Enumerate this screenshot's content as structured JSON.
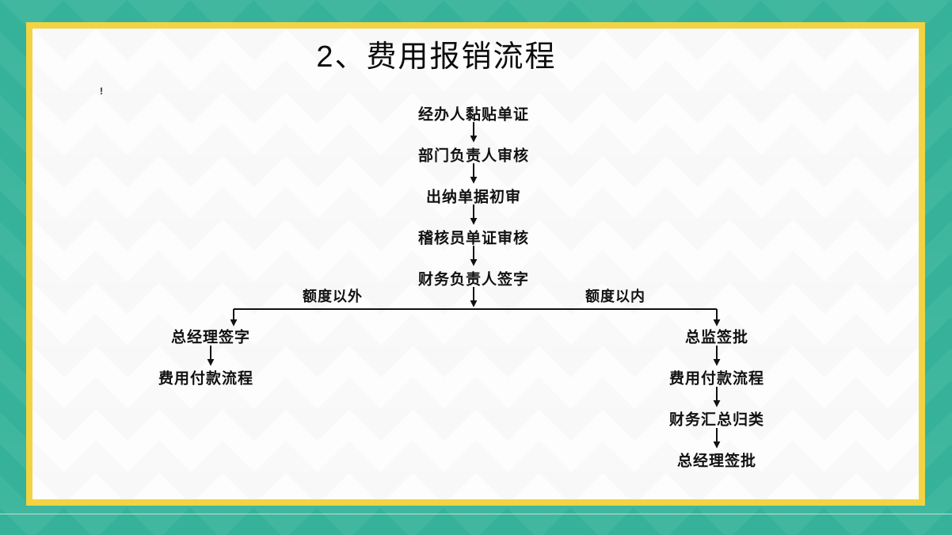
{
  "title": "2、费用报销流程",
  "stray_mark": "!",
  "colors": {
    "teal": "#35b299",
    "yellow": "#f2d341",
    "text": "#111111"
  },
  "flow": {
    "main_chain": [
      "经办人黏贴单证",
      "部门负责人审核",
      "出纳单据初审",
      "稽核员单证审核",
      "财务负责人签字"
    ],
    "branch_labels": {
      "left": "额度以外",
      "right": "额度以内"
    },
    "left_chain": [
      "总经理签字",
      "费用付款流程"
    ],
    "right_chain": [
      "总监签批",
      "费用付款流程",
      "财务汇总归类",
      "总经理签批"
    ]
  }
}
